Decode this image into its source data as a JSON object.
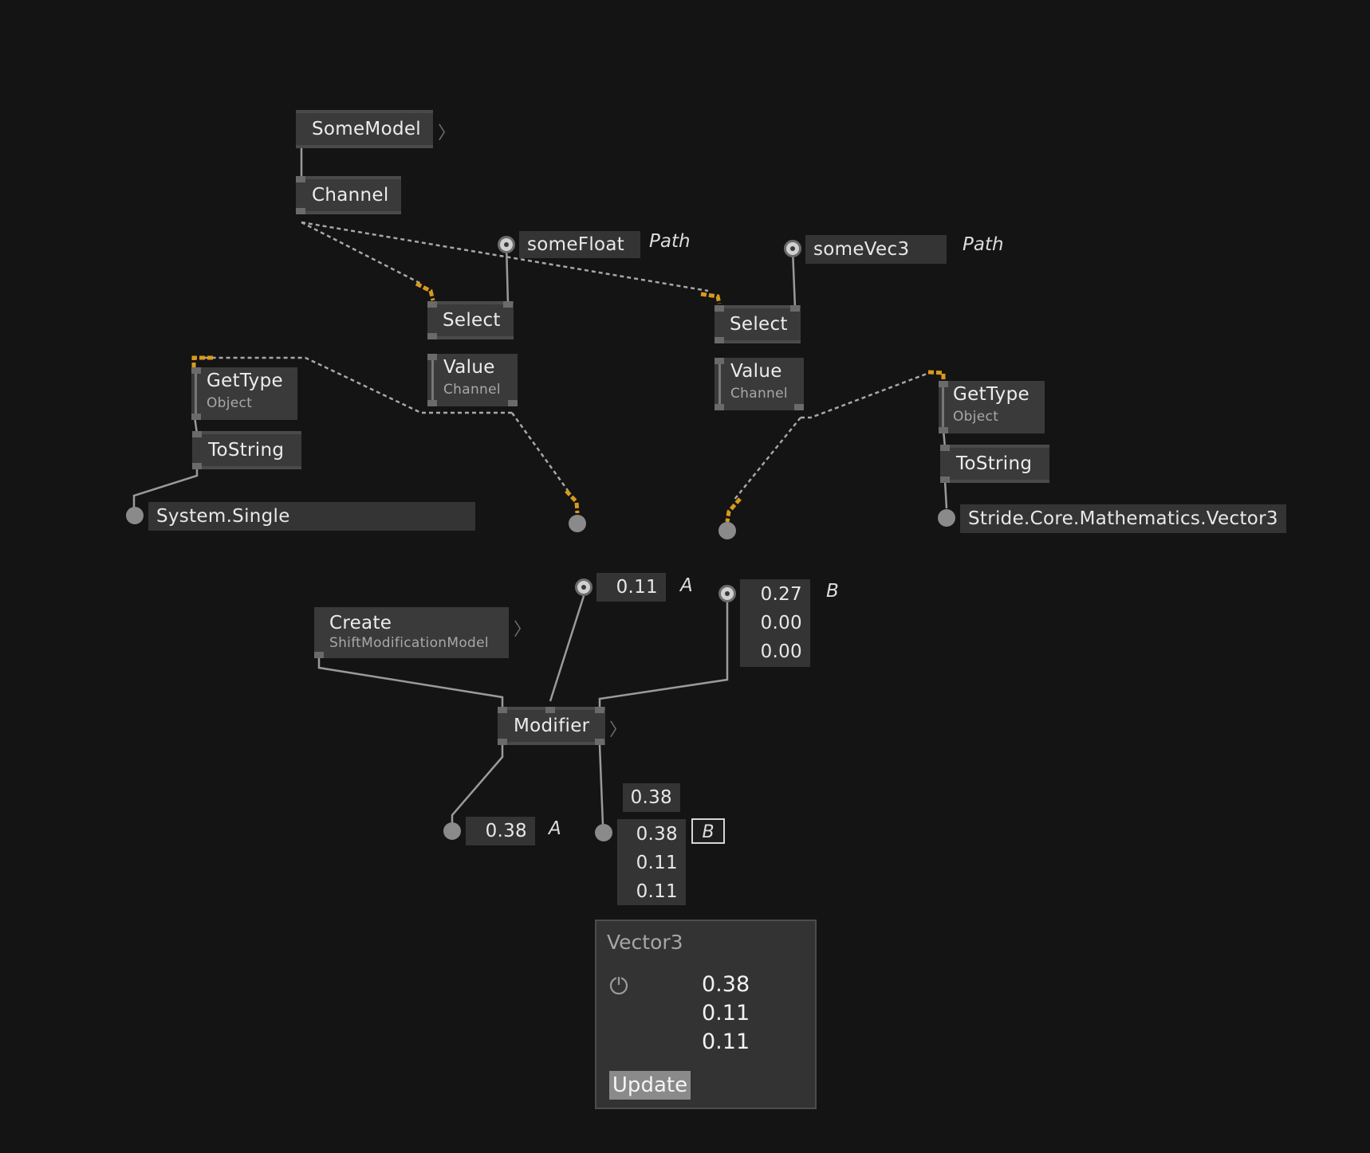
{
  "nodes": {
    "some_model": {
      "title": "SomeModel"
    },
    "channel": {
      "title": "Channel"
    },
    "select1": {
      "title": "Select"
    },
    "select2": {
      "title": "Select"
    },
    "value1": {
      "title": "Value",
      "subtitle": "Channel"
    },
    "value2": {
      "title": "Value",
      "subtitle": "Channel"
    },
    "gettype1": {
      "title": "GetType",
      "subtitle": "Object"
    },
    "gettype2": {
      "title": "GetType",
      "subtitle": "Object"
    },
    "tostring1": {
      "title": "ToString"
    },
    "tostring2": {
      "title": "ToString"
    },
    "create": {
      "title": "Create",
      "subtitle": "ShiftModificationModel"
    },
    "modifier": {
      "title": "Modifier"
    }
  },
  "io": {
    "some_float": {
      "value": "someFloat",
      "label": "Path"
    },
    "some_vec3": {
      "value": "someVec3",
      "label": "Path"
    },
    "system_single": {
      "value": "System.Single"
    },
    "stride_vec3": {
      "value": "Stride.Core.Mathematics.Vector3"
    },
    "input_a": {
      "value": "0.11",
      "label": "A"
    },
    "input_b": {
      "values": [
        "0.27",
        "0.00",
        "0.00"
      ],
      "label": "B"
    },
    "output_a": {
      "value": "0.38",
      "label": "A"
    },
    "output_b_hover": {
      "value": "0.38"
    },
    "output_b": {
      "values": [
        "0.38",
        "0.11",
        "0.11"
      ],
      "label": "B"
    }
  },
  "tooltip": {
    "title": "Vector3",
    "values": [
      "0.38",
      "0.11",
      "0.11"
    ],
    "button": "Update",
    "icon": "power-icon"
  },
  "colors": {
    "background": "#141414",
    "node": "#3a3a3a",
    "accent_highlight": "#d99a1c",
    "wire": "#9a9a9a"
  }
}
